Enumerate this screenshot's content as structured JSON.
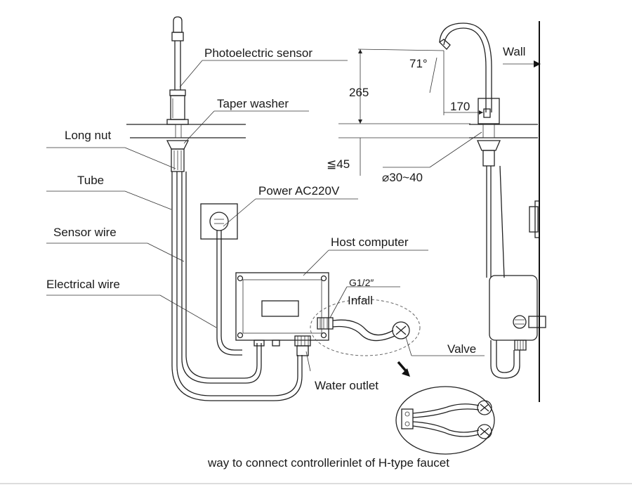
{
  "labels": {
    "photoelectric_sensor": "Photoelectric sensor",
    "taper_washer": "Taper washer",
    "long_nut": "Long nut",
    "tube": "Tube",
    "sensor_wire": "Sensor wire",
    "electrical_wire": "Electrical wire",
    "power": "Power AC220V",
    "host_computer": "Host computer",
    "g12": "G1/2″",
    "infall": "Infall",
    "valve": "Valve",
    "water_outlet": "Water outlet",
    "wall": "Wall"
  },
  "dimensions": {
    "angle": "71°",
    "height": "265",
    "reach": "170",
    "thickness": "≦45",
    "hole_diameter": "⌀30~40"
  },
  "caption": "way to connect controllerinlet of H-type faucet"
}
